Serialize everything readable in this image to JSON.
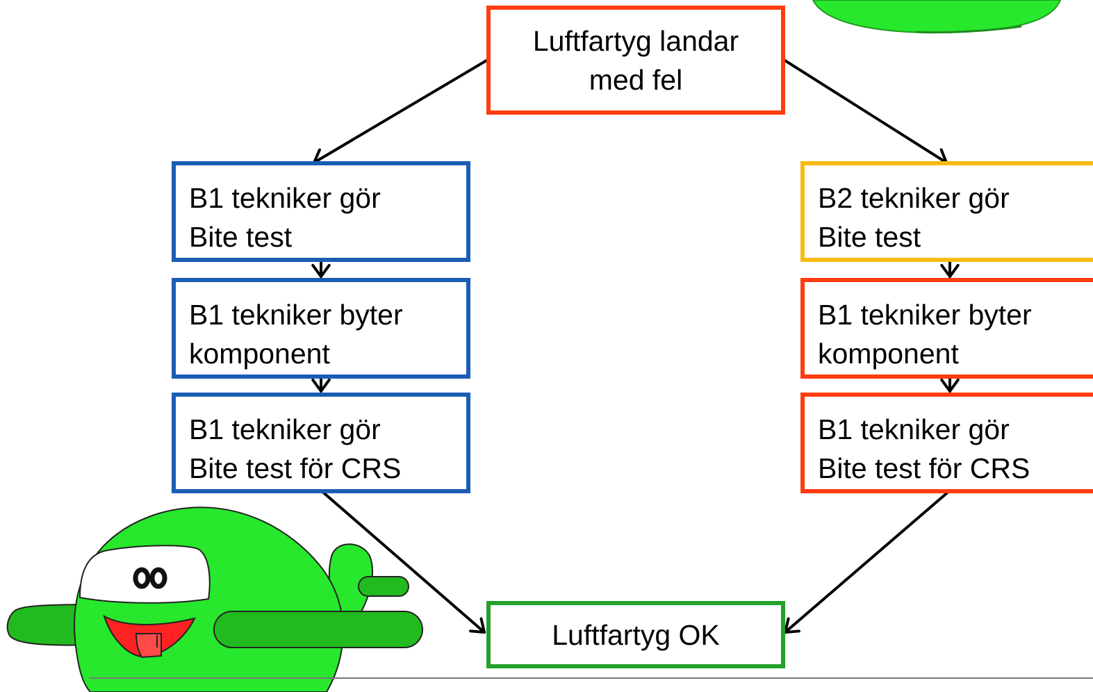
{
  "colors": {
    "red": "#ff3d10",
    "blue": "#1a5db5",
    "yellow": "#f6bc13",
    "green": "#23a12a",
    "mascot_green": "#27e82c",
    "wing_green": "#22bb1f",
    "arrow": "#000000"
  },
  "nodes": {
    "start": "Luftfartyg landar\nmed fel",
    "left_1": "B1 tekniker gör\nBite test",
    "left_2": "B1 tekniker byter\nkomponent",
    "left_3": "B1 tekniker gör\nBite test för CRS",
    "right_1": "B2 tekniker gör\nBite test",
    "right_2": "B1 tekniker byter\nkomponent",
    "right_3": "B1 tekniker gör\nBite test för CRS",
    "end": "Luftfartyg OK"
  },
  "illustration": {
    "icon": "airplane-mascot-icon"
  }
}
